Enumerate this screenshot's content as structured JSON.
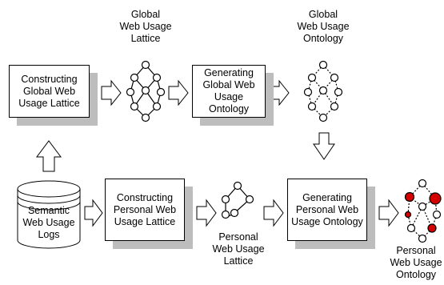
{
  "boxes": {
    "constructing_global": [
      "Constructing",
      "Global Web",
      "Usage Lattice"
    ],
    "generating_global": [
      "Generating",
      "Global Web",
      "Usage Ontology"
    ],
    "constructing_personal": [
      "Constructing",
      "Personal Web",
      "Usage Lattice"
    ],
    "generating_personal": [
      "Generating",
      "Personal Web",
      "Usage Ontology"
    ]
  },
  "database": [
    "Semantic",
    "Web Usage",
    "Logs"
  ],
  "labels": {
    "global_lattice": [
      "Global",
      "Web Usage",
      "Lattice"
    ],
    "global_ontology": [
      "Global",
      "Web Usage",
      "Ontology"
    ],
    "personal_lattice": [
      "Personal",
      "Web Usage",
      "Lattice"
    ],
    "personal_ontology": [
      "Personal",
      "Web Usage",
      "Ontology"
    ]
  },
  "colors": {
    "highlight_node": "#d40000",
    "shadow": "#bdbdbd"
  }
}
